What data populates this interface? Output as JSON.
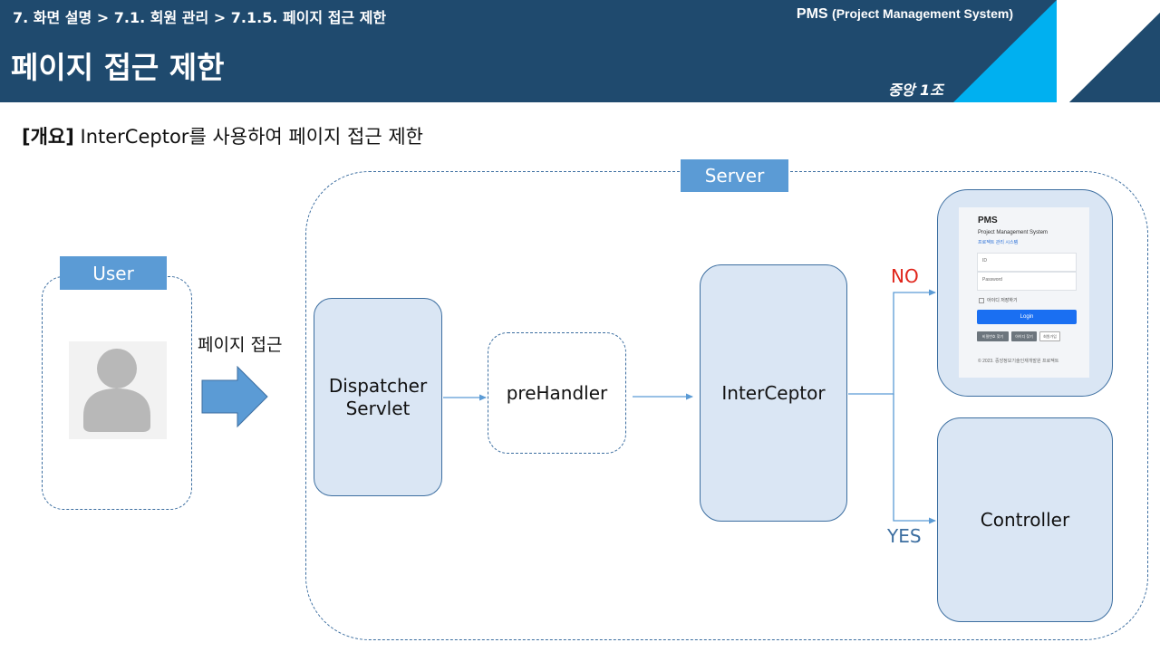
{
  "header": {
    "breadcrumb": "7. 화면 설명 > 7.1. 회원 관리 > 7.1.5. 페이지 접근 제한",
    "title": "페이지 접근 제한",
    "brand_main": "PMS",
    "brand_sub": "(Project Management System)",
    "team": "중앙 1조"
  },
  "overview": {
    "tag": "[개요]",
    "text": " InterCeptor를 사용하여 페이지 접근 제한"
  },
  "diagram": {
    "user_label": "User",
    "server_label": "Server",
    "access_label": "페이지 접근",
    "dispatcher_line1": "Dispatcher",
    "dispatcher_line2": "Servlet",
    "prehandler": "preHandler",
    "interceptor": "InterCeptor",
    "controller": "Controller",
    "no_label": "NO",
    "yes_label": "YES"
  },
  "login_screen": {
    "title": "PMS",
    "subtitle": "Project Management System",
    "subtitle2": "프로젝트 관리 시스템",
    "id_placeholder": "ID",
    "password_placeholder": "Password",
    "remember": "아이디 저장하기",
    "login_button": "Login",
    "find_password": "비밀번호 찾기",
    "find_id": "아이디 찾기",
    "signup": "회원가입",
    "footer": "© 2023. 중앙정보기술인재개발원 프로젝트"
  },
  "colors": {
    "header_bg": "#1f4a6e",
    "accent": "#00b0f0",
    "box_fill": "#dae6f4",
    "tag_fill": "#5b9bd5",
    "line": "#3c6ea0",
    "no": "#e0251b"
  }
}
